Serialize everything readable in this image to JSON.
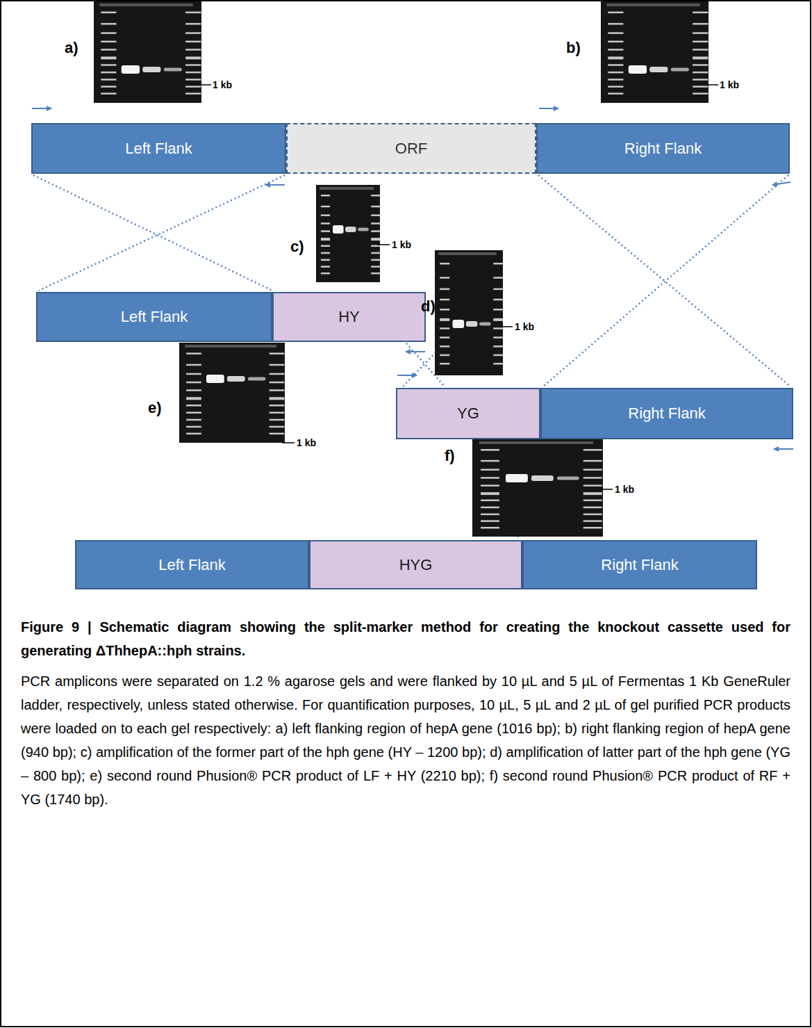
{
  "diagram": {
    "title": "Figure 9 | Schematic diagram showing the split-marker method for creating the knockout cassette used for generating ΔThhepA::hph strains.",
    "caption": "PCR amplicons were separated on 1.2 % agarose gels and were flanked by 10 µL and 5 µL of Fermentas 1 Kb GeneRuler ladder, respectively, unless stated otherwise. For quantification purposes, 10 µL, 5 µL and 2 µL of gel purified PCR products were loaded on to each gel respectively: a) left flanking region of hepA gene (1016 bp); b) right flanking region of hepA gene (940 bp); c) amplification of the former part of the hph gene (HY – 1200 bp); d) amplification of latter part of the hph gene (YG – 800 bp); e) second round Phusion® PCR product of LF + HY (2210 bp); f) second round Phusion® PCR product of RF + YG (1740 bp).",
    "nodes": [
      {
        "text": [
          "Left Flank"
        ]
      },
      {
        "text": [
          "ORF"
        ]
      },
      {
        "text": [
          "Right Flank"
        ]
      },
      {
        "text": [
          "Left Flank"
        ]
      },
      {
        "text": [
          "HY"
        ]
      },
      {
        "text": [
          "YG"
        ]
      },
      {
        "text": [
          "Right Flank"
        ]
      },
      {
        "text": [
          "Left Flank"
        ]
      },
      {
        "text": [
          "HYG"
        ]
      },
      {
        "text": [
          "Right Flank"
        ]
      }
    ],
    "labels": [
      "a)",
      "1 kb",
      "b)",
      "1 kb",
      "c)",
      "1 kb",
      "d)",
      "1 kb",
      "e)",
      "1 kb",
      "f)",
      "1 kb"
    ]
  }
}
